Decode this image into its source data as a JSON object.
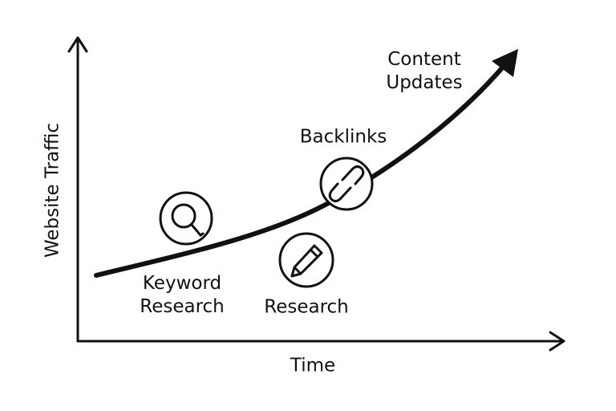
{
  "axes": {
    "y_label": "Website Traffic",
    "x_label": "Time"
  },
  "milestones": [
    {
      "label_line1": "Keyword",
      "label_line2": "Research",
      "icon": "magnifying-glass-icon"
    },
    {
      "label": "Research",
      "icon": "pencil-icon"
    },
    {
      "label": "Backlinks",
      "icon": "link-icon"
    },
    {
      "label_line1": "Content",
      "label_line2": "Updates"
    }
  ],
  "colors": {
    "stroke": "#111111",
    "background": "#ffffff"
  }
}
